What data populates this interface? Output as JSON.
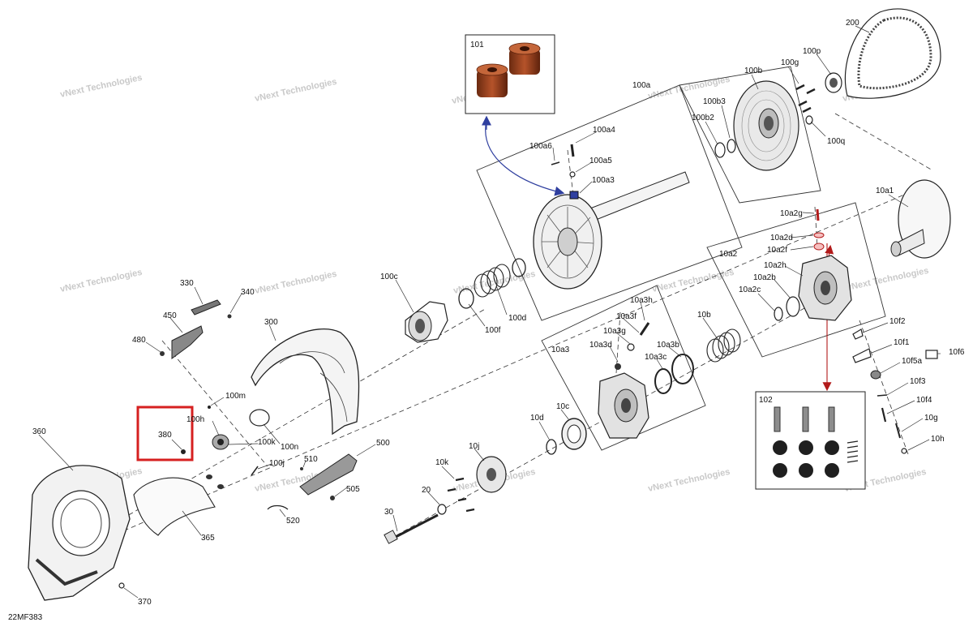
{
  "diagram": {
    "reference_code": "22MF383",
    "watermark_text": "vNext Technologies",
    "highlight_color": "#d62020",
    "arrow_blue": "#2f3f9f",
    "arrow_red": "#b21b1b",
    "callouts": {
      "c200": "200",
      "c100p": "100p",
      "c100g": "100g",
      "c100b": "100b",
      "c100b3": "100b3",
      "c100b2": "100b2",
      "c100q": "100q",
      "c100a": "100a",
      "c100a4": "100a4",
      "c100a6": "100a6",
      "c100a5": "100a5",
      "c100a3": "100a3",
      "c10a1": "10a1",
      "c10a2g": "10a2g",
      "c10a2d": "10a2d",
      "c10a2f": "10a2f",
      "c10a2": "10a2",
      "c10a2h": "10a2h",
      "c10a2b": "10a2b",
      "c10a2c": "10a2c",
      "c100c": "100c",
      "c100d": "100d",
      "c100f": "100f",
      "c10a3h": "10a3h",
      "c10a3f": "10a3f",
      "c10a3g": "10a3g",
      "c10a3d": "10a3d",
      "c10a3b": "10a3b",
      "c10a3c": "10a3c",
      "c10a3": "10a3",
      "c10b": "10b",
      "c10f2": "10f2",
      "c10f1": "10f1",
      "c10f5a": "10f5a",
      "c10f6": "10f6",
      "c10f3": "10f3",
      "c10f4": "10f4",
      "c10g": "10g",
      "c10h": "10h",
      "c330": "330",
      "c340": "340",
      "c450": "450",
      "c480": "480",
      "c300": "300",
      "c100m": "100m",
      "c100h": "100h",
      "c100k": "100k",
      "c100n": "100n",
      "c380": "380",
      "c360": "360",
      "c365": "365",
      "c370": "370",
      "c100j": "100j",
      "c510": "510",
      "c500": "500",
      "c505": "505",
      "c520": "520",
      "c10d": "10d",
      "c10c": "10c",
      "c10j": "10j",
      "c10k": "10k",
      "c20": "20",
      "c30": "30",
      "c101": "101",
      "c102": "102"
    }
  }
}
